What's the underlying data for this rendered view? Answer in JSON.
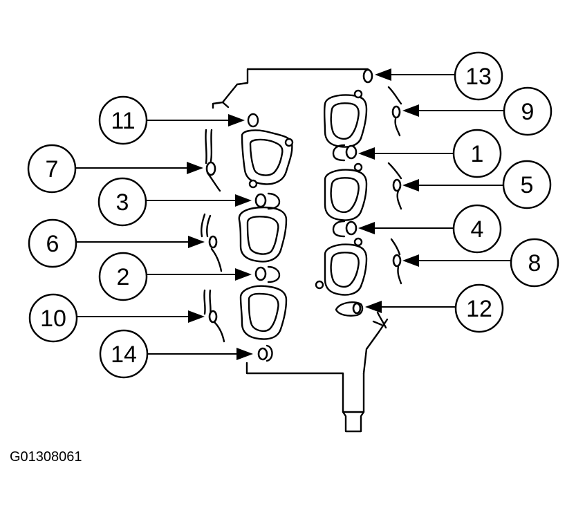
{
  "figure": {
    "id_label": "G01308061",
    "callouts": [
      {
        "id": "c13",
        "label": "13"
      },
      {
        "id": "c9",
        "label": "9"
      },
      {
        "id": "c1",
        "label": "1"
      },
      {
        "id": "c5",
        "label": "5"
      },
      {
        "id": "c4",
        "label": "4"
      },
      {
        "id": "c8",
        "label": "8"
      },
      {
        "id": "c12",
        "label": "12"
      },
      {
        "id": "c11",
        "label": "11"
      },
      {
        "id": "c7",
        "label": "7"
      },
      {
        "id": "c3",
        "label": "3"
      },
      {
        "id": "c6",
        "label": "6"
      },
      {
        "id": "c2",
        "label": "2"
      },
      {
        "id": "c10",
        "label": "10"
      },
      {
        "id": "c14",
        "label": "14"
      }
    ]
  }
}
